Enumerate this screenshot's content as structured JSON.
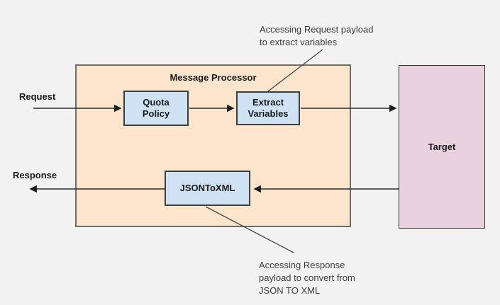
{
  "diagram": {
    "title": "Message Processor",
    "flow_labels": {
      "request": "Request",
      "response": "Response"
    },
    "nodes": {
      "quota_policy": "Quota\nPolicy",
      "extract_variables": "Extract\nVariables",
      "json_to_xml": "JSONToXML",
      "target": "Target"
    },
    "annotations": {
      "top": "Accessing Request payload\nto extract variables",
      "bottom": "Accessing Response\npayload to convert from\nJSON TO XML"
    },
    "colors": {
      "message_processor_fill": "#fce5cd",
      "policy_node_fill": "#cfe2f3",
      "target_fill": "#e9d1dd",
      "background": "#f2f2f3",
      "connector_line": "#2b2b2b"
    }
  }
}
